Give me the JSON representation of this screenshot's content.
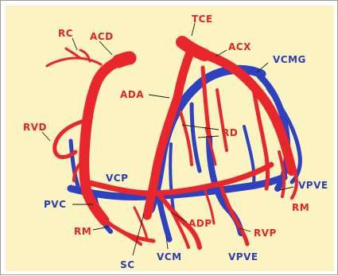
{
  "colors": {
    "artery": "#e8262b",
    "vein": "#2c42c0",
    "background": "#fbf3c2"
  },
  "labels": {
    "rc": "RC",
    "acd": "ACD",
    "tce": "TCE",
    "acx": "ACX",
    "vcmg": "VCMG",
    "ada": "ADA",
    "rd": "RD",
    "rvd": "RVD",
    "vcp": "VCP",
    "pvc": "PVC",
    "vpve_right": "VPVE",
    "rm_right": "RM",
    "rm_left": "RM",
    "adp": "ADP",
    "rvp": "RVP",
    "vcm": "VCM",
    "vpve_bottom": "VPVE",
    "sc": "SC"
  }
}
